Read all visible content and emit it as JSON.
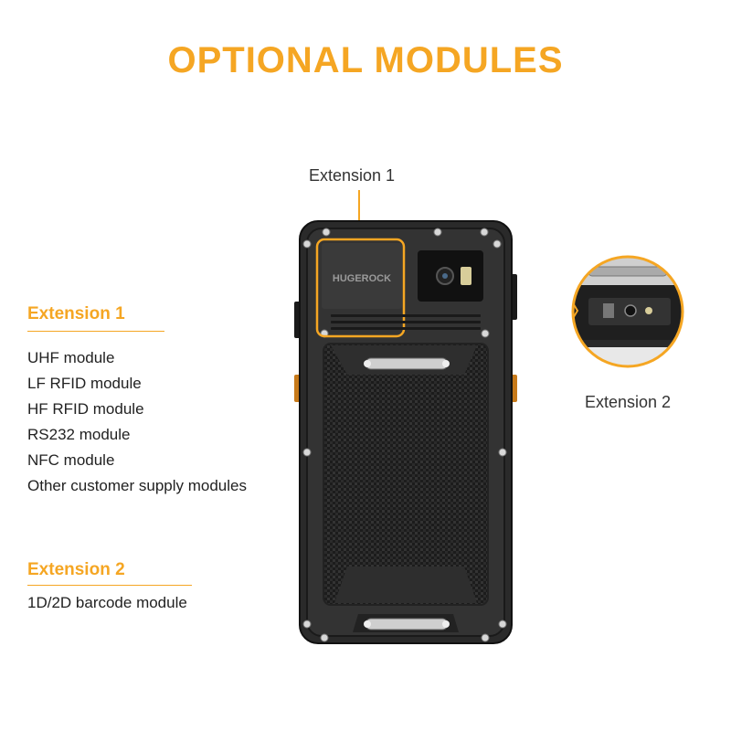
{
  "title": "OPTIONAL MODULES",
  "device": {
    "brand_logo": "HUGEROCK",
    "callout_top": "Extension 1",
    "callout_right": "Extension 2"
  },
  "extension1": {
    "heading": "Extension 1",
    "modules": [
      "UHF module",
      "LF RFID module",
      "HF RFID module",
      "RS232 module",
      "NFC module",
      "Other customer supply modules"
    ]
  },
  "extension2": {
    "heading": "Extension 2",
    "modules": [
      "1D/2D barcode module"
    ]
  },
  "colors": {
    "accent": "#f5a623",
    "device_body": "#2a2a2a",
    "text": "#222222"
  }
}
